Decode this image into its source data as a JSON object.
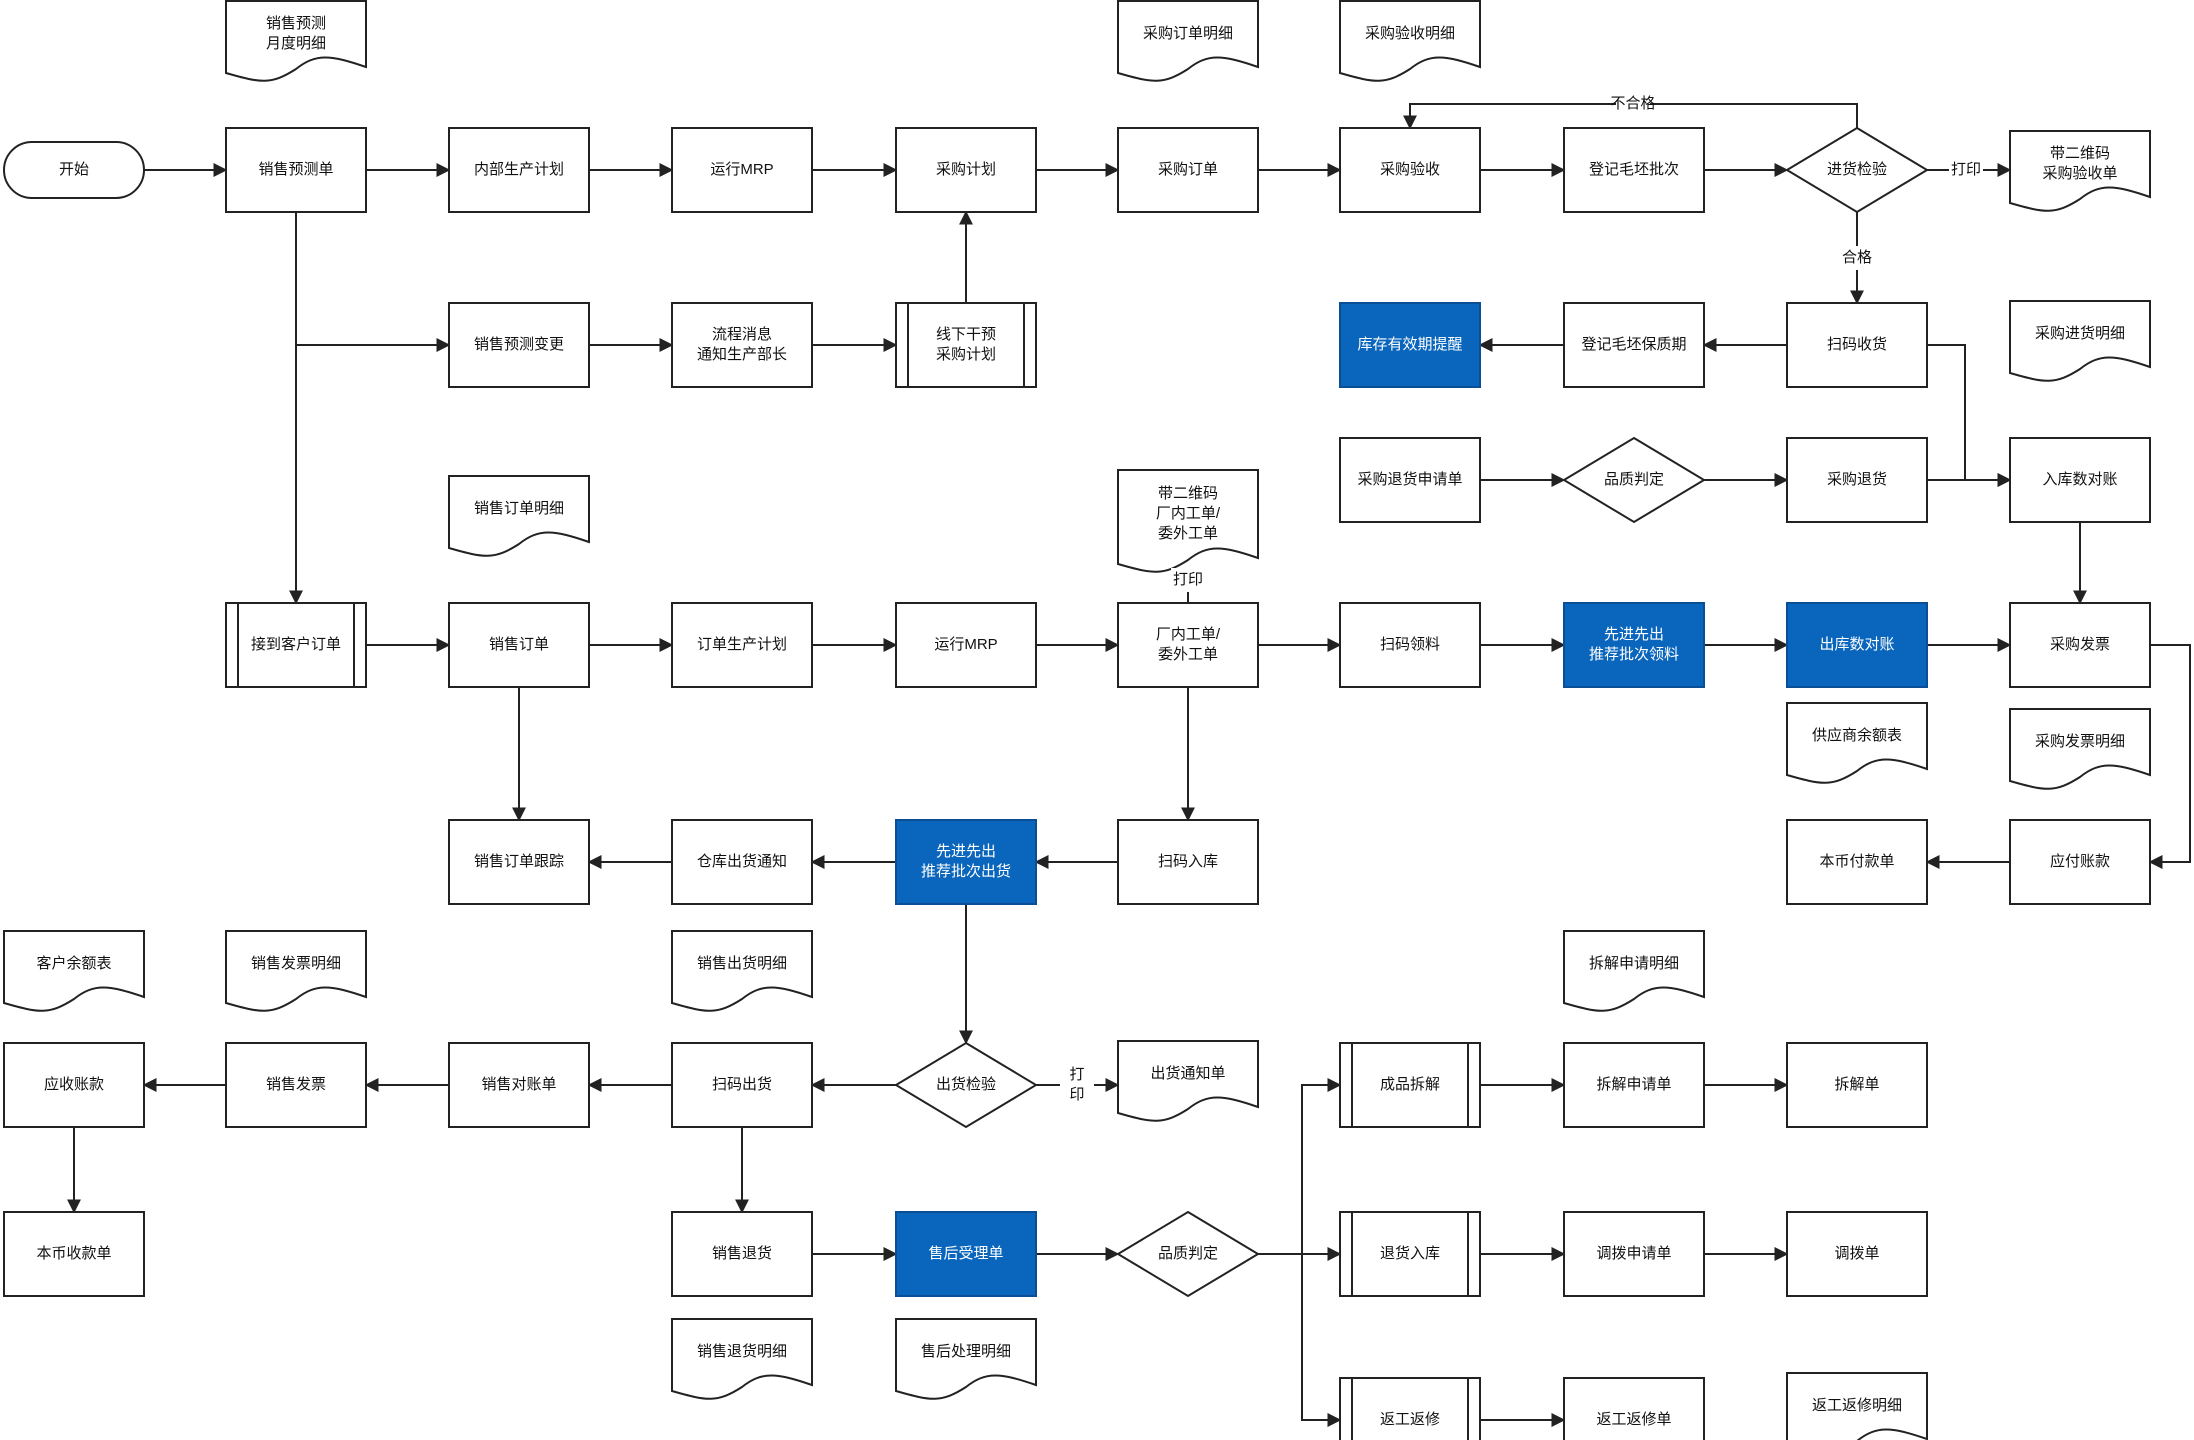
{
  "colors": {
    "highlight": "#0a65bd",
    "line": "#222222",
    "background": "#ffffff"
  },
  "nodes": [
    {
      "id": "start",
      "text": "开始"
    },
    {
      "id": "sales_forecast",
      "text": "销售预测单"
    },
    {
      "id": "internal_prod_plan",
      "text": "内部生产计划"
    },
    {
      "id": "run_mrp_1",
      "text": "运行MRP"
    },
    {
      "id": "purchase_plan",
      "text": "采购计划"
    },
    {
      "id": "purchase_order",
      "text": "采购订单"
    },
    {
      "id": "purchase_receive",
      "text": "采购验收"
    },
    {
      "id": "reg_batch",
      "text": "登记毛坯批次"
    },
    {
      "id": "incoming_inspect",
      "text": "进货检验"
    },
    {
      "id": "qr_receipt",
      "text": "带二维码\n采购验收单"
    },
    {
      "id": "doc_forecast_monthly",
      "text": "销售预测\n月度明细"
    },
    {
      "id": "doc_po_detail",
      "text": "采购订单明细"
    },
    {
      "id": "doc_receive_detail",
      "text": "采购验收明细"
    },
    {
      "id": "forecast_change",
      "text": "销售预测变更"
    },
    {
      "id": "notify_manager",
      "text": "流程消息\n通知生产部长"
    },
    {
      "id": "offline_plan",
      "text": "线下干预\n采购计划"
    },
    {
      "id": "stock_expiry",
      "text": "库存有效期提醒"
    },
    {
      "id": "reg_shelf",
      "text": "登记毛坯保质期"
    },
    {
      "id": "scan_receive",
      "text": "扫码收货"
    },
    {
      "id": "doc_incoming_detail",
      "text": "采购进货明细"
    },
    {
      "id": "return_request",
      "text": "采购退货申请单"
    },
    {
      "id": "quality_judge_1",
      "text": "品质判定"
    },
    {
      "id": "purchase_return",
      "text": "采购退货"
    },
    {
      "id": "inbound_recon",
      "text": "入库数对账"
    },
    {
      "id": "doc_so_detail",
      "text": "销售订单明细"
    },
    {
      "id": "doc_qr_workorder",
      "text": "带二维码\n厂内工单/\n委外工单"
    },
    {
      "id": "receive_customer_order",
      "text": "接到客户订单"
    },
    {
      "id": "sales_order",
      "text": "销售订单"
    },
    {
      "id": "order_prod_plan",
      "text": "订单生产计划"
    },
    {
      "id": "run_mrp_2",
      "text": "运行MRP"
    },
    {
      "id": "work_order",
      "text": "厂内工单/\n委外工单"
    },
    {
      "id": "scan_pick",
      "text": "扫码领料"
    },
    {
      "id": "fifo_pick",
      "text": "先进先出\n推荐批次领料"
    },
    {
      "id": "outbound_recon",
      "text": "出库数对账"
    },
    {
      "id": "purchase_invoice",
      "text": "采购发票"
    },
    {
      "id": "doc_supplier_balance",
      "text": "供应商余额表"
    },
    {
      "id": "doc_purchase_invoice_detail",
      "text": "采购发票明细"
    },
    {
      "id": "so_tracking",
      "text": "销售订单跟踪"
    },
    {
      "id": "ship_notice",
      "text": "仓库出货通知"
    },
    {
      "id": "fifo_ship",
      "text": "先进先出\n推荐批次出货"
    },
    {
      "id": "scan_inbound",
      "text": "扫码入库"
    },
    {
      "id": "payment_voucher",
      "text": "本币付款单"
    },
    {
      "id": "accounts_payable",
      "text": "应付账款"
    },
    {
      "id": "doc_customer_balance",
      "text": "客户余额表"
    },
    {
      "id": "doc_sales_invoice_detail",
      "text": "销售发票明细"
    },
    {
      "id": "doc_sales_ship_detail",
      "text": "销售出货明细"
    },
    {
      "id": "doc_disassembly_detail",
      "text": "拆解申请明细"
    },
    {
      "id": "accounts_receivable",
      "text": "应收账款"
    },
    {
      "id": "sales_invoice",
      "text": "销售发票"
    },
    {
      "id": "sales_statement",
      "text": "销售对账单"
    },
    {
      "id": "scan_ship",
      "text": "扫码出货"
    },
    {
      "id": "ship_inspect",
      "text": "出货检验"
    },
    {
      "id": "ship_notice_doc",
      "text": "出货通知单"
    },
    {
      "id": "product_disassembly",
      "text": "成品拆解"
    },
    {
      "id": "disassembly_request",
      "text": "拆解申请单"
    },
    {
      "id": "disassembly_doc",
      "text": "拆解单"
    },
    {
      "id": "receipt_voucher",
      "text": "本币收款单"
    },
    {
      "id": "sales_return",
      "text": "销售退货"
    },
    {
      "id": "after_sales",
      "text": "售后受理单"
    },
    {
      "id": "quality_judge_2",
      "text": "品质判定"
    },
    {
      "id": "return_inbound",
      "text": "退货入库"
    },
    {
      "id": "transfer_request",
      "text": "调拨申请单"
    },
    {
      "id": "transfer_doc",
      "text": "调拨单"
    },
    {
      "id": "doc_sales_return_detail",
      "text": "销售退货明细"
    },
    {
      "id": "doc_after_sales_detail",
      "text": "售后处理明细"
    },
    {
      "id": "rework",
      "text": "返工返修"
    },
    {
      "id": "rework_doc",
      "text": "返工返修单"
    },
    {
      "id": "doc_rework_detail",
      "text": "返工返修明细"
    }
  ],
  "edge_labels": {
    "unqualified": "不合格",
    "qualified": "合格",
    "print": "打印",
    "print_ship": "打\n印"
  }
}
